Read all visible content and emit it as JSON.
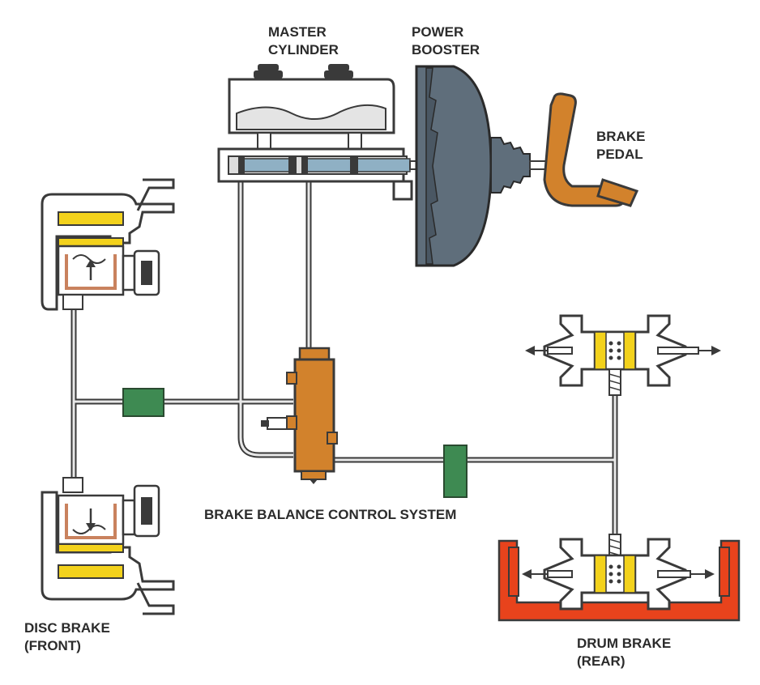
{
  "labels": {
    "master_cylinder": [
      "MASTER",
      "CYLINDER"
    ],
    "power_booster": [
      "POWER",
      "BOOSTER"
    ],
    "brake_pedal": [
      "BRAKE",
      "PEDAL"
    ],
    "brake_balance": "BRAKE BALANCE CONTROL SYSTEM",
    "disc_brake": [
      "DISC BRAKE",
      "(FRONT)"
    ],
    "drum_brake": [
      "DRUM BRAKE",
      "(REAR)"
    ]
  },
  "colors": {
    "outline": "#3a3a3a",
    "booster": "#5f6e7b",
    "pedal": "#d2822c",
    "valve": "#d2822c",
    "green_block": "#3e8a52",
    "pad_yellow": "#f3d21c",
    "piston_blue": "#8fb0c4",
    "drum_red": "#e8431c",
    "copper": "#c9825e"
  }
}
